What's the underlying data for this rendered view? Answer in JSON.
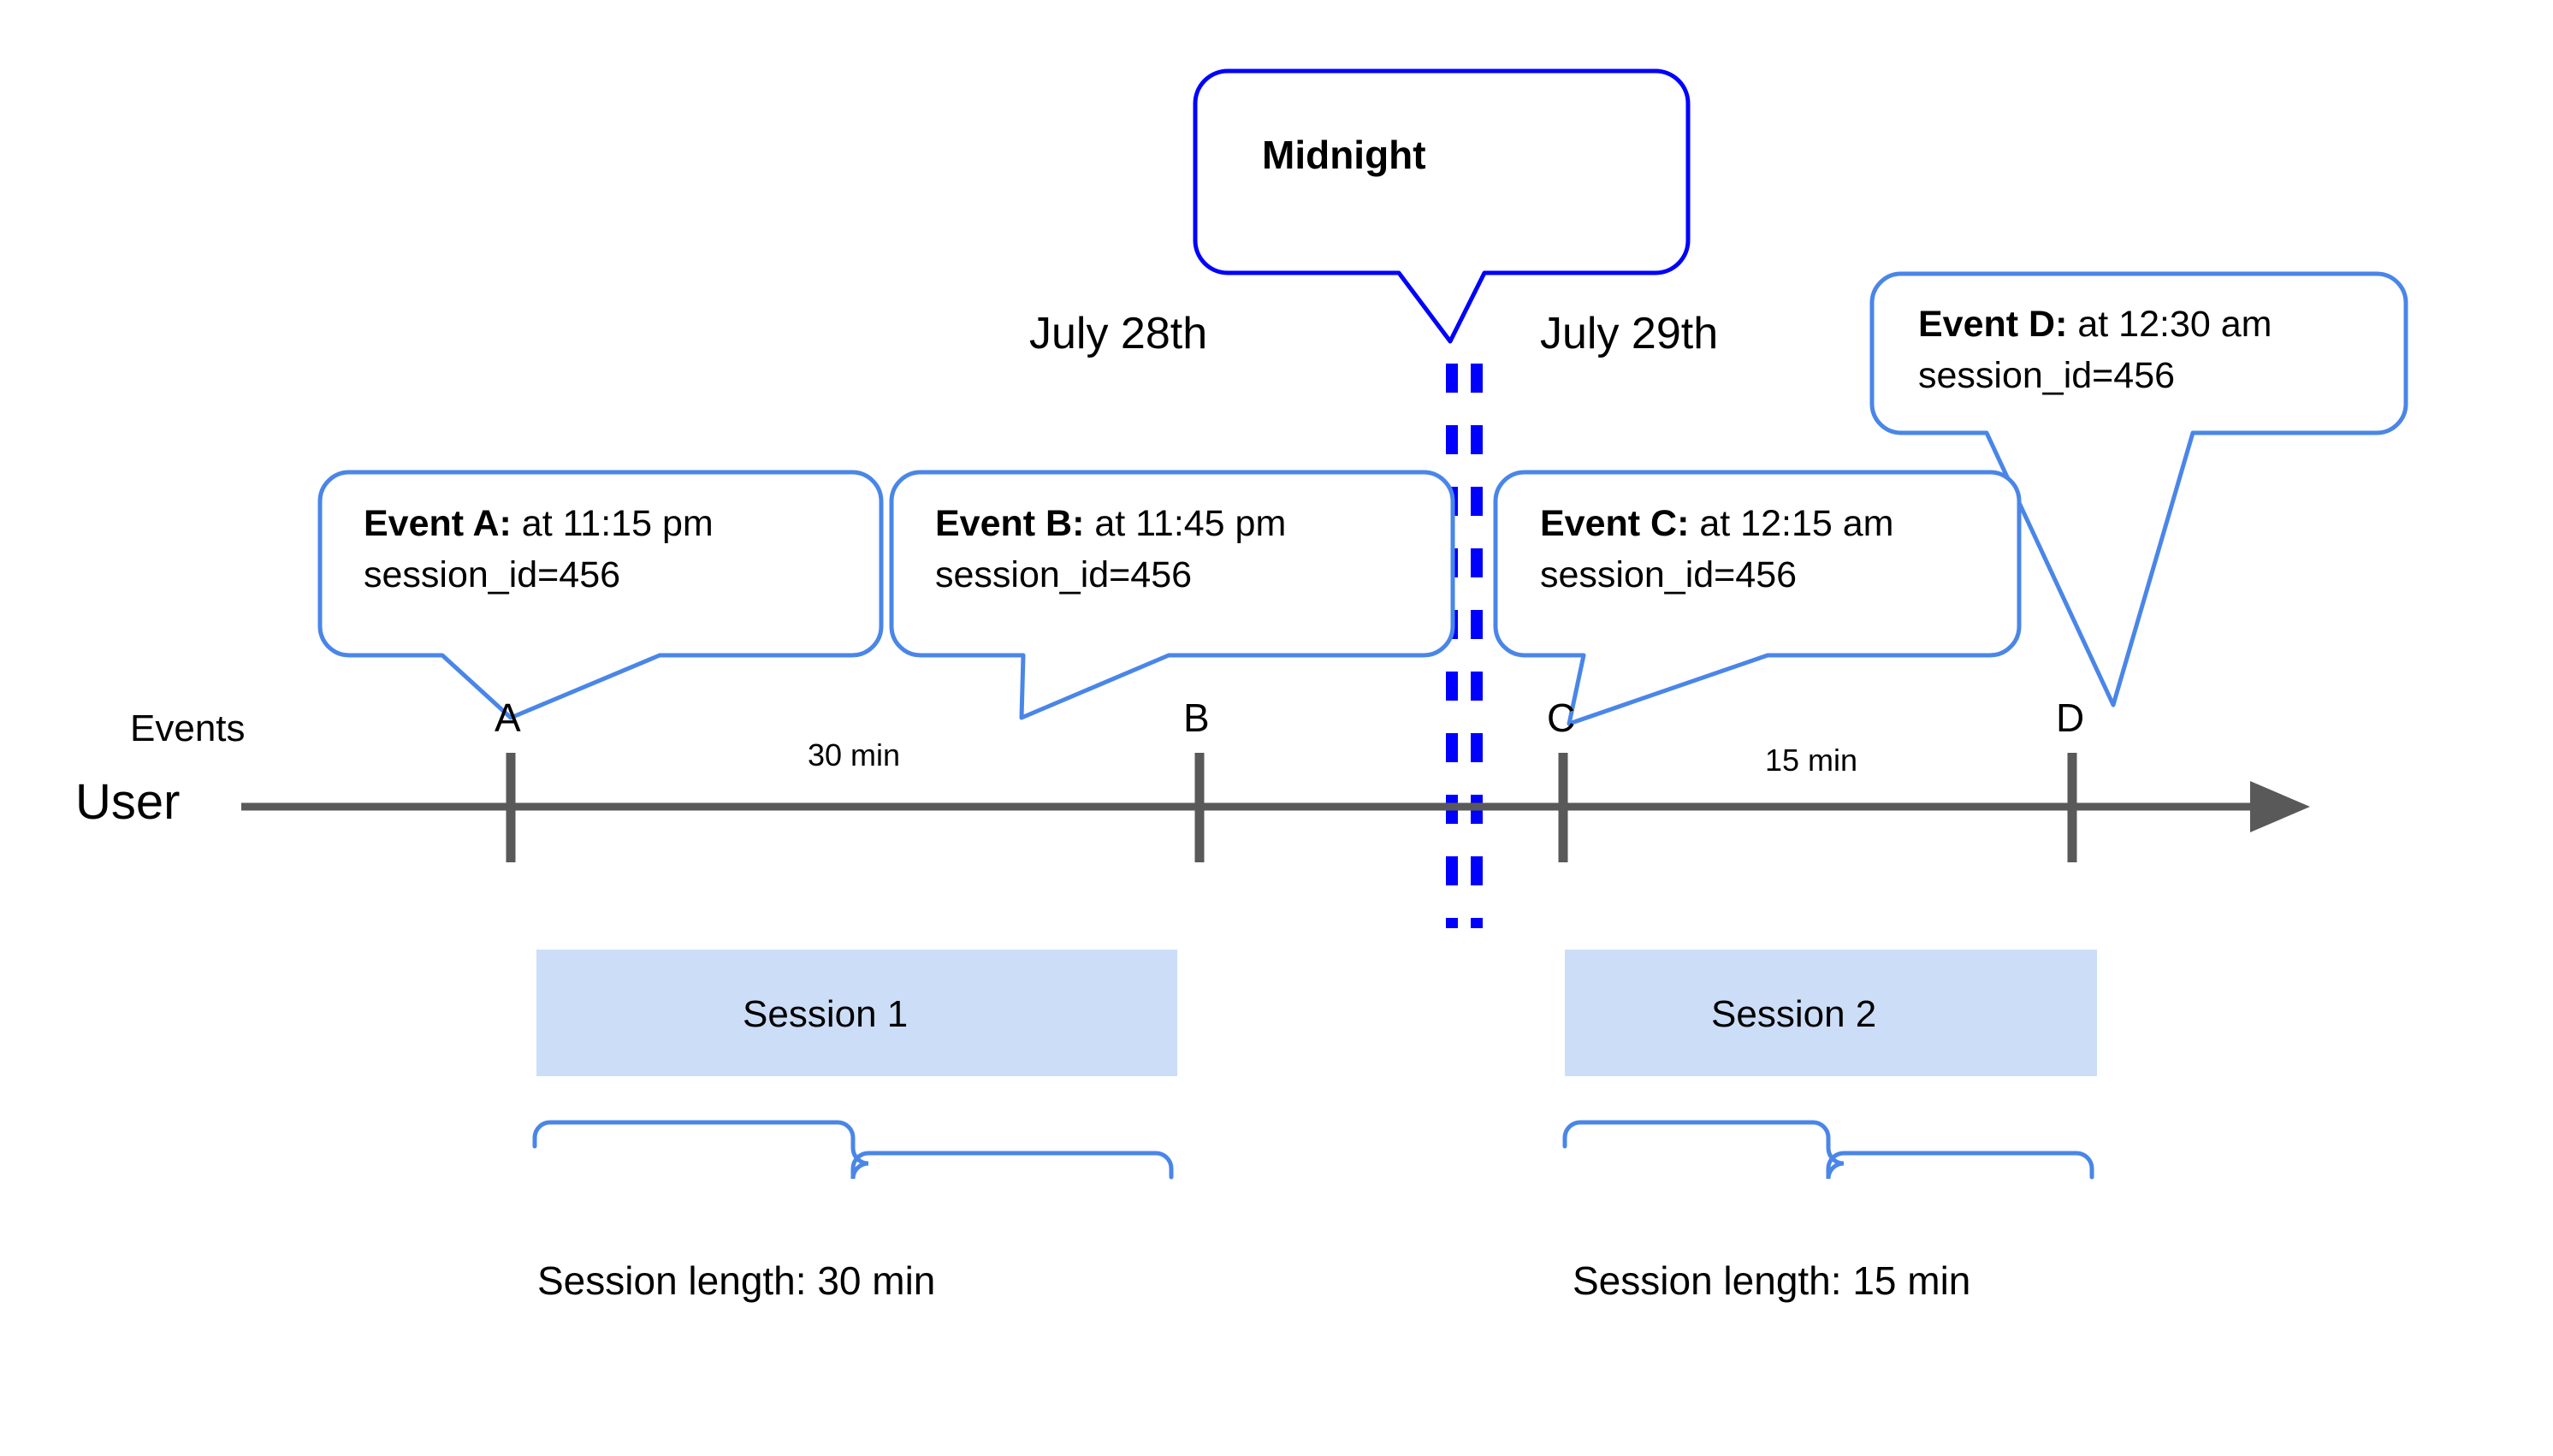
{
  "diagram": {
    "title_row": {
      "events_axis_label": "Events",
      "user_axis_label": "User"
    },
    "dates": [
      {
        "id": "date-july-28",
        "label": "July 28th"
      },
      {
        "id": "date-july-29",
        "label": "July 29th"
      }
    ],
    "midnight_marker": {
      "label": "Midnight",
      "color": "#0000ff",
      "style": "dashed-double-vertical"
    },
    "events": [
      {
        "id": "event-a",
        "tick_label": "A",
        "title": "Event A:",
        "time": " at 11:15 pm",
        "session_id": "session_id=456"
      },
      {
        "id": "event-b",
        "tick_label": "B",
        "title": "Event B:",
        "time": " at 11:45 pm",
        "session_id": "session_id=456"
      },
      {
        "id": "event-c",
        "tick_label": "C",
        "title": "Event C:",
        "time": " at 12:15 am",
        "session_id": "session_id=456"
      },
      {
        "id": "event-d",
        "tick_label": "D",
        "title": "Event D:",
        "time": " at 12:30 am",
        "session_id": "session_id=456"
      }
    ],
    "durations": [
      {
        "id": "duration-a-b",
        "label": "30 min"
      },
      {
        "id": "duration-c-d",
        "label": "15 min"
      }
    ],
    "sessions": [
      {
        "id": "session-1",
        "label": "Session 1",
        "length_label": "Session length: 30 min",
        "fill": "#ccddf7"
      },
      {
        "id": "session-2",
        "label": "Session 2",
        "length_label": "Session length: 15 min",
        "fill": "#ccddf7"
      }
    ],
    "colors": {
      "callout_border": "#4a86e8",
      "midnight_border": "#0000ff",
      "axis": "#595959",
      "session_fill": "#ccddf7"
    }
  }
}
